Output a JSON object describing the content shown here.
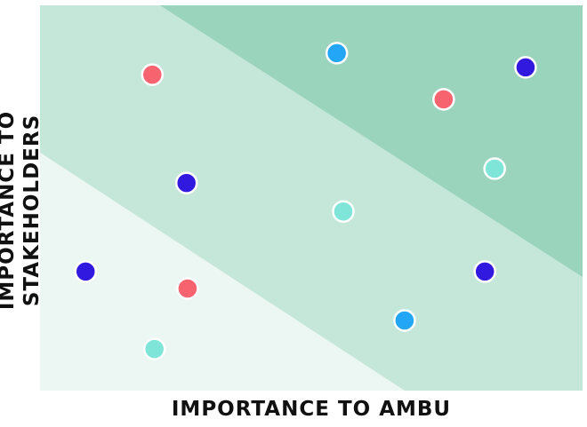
{
  "chart_data": {
    "type": "scatter",
    "title": "",
    "xlabel": "IMPORTANCE TO AMBU",
    "ylabel": "IMPORTANCE TO STAKEHOLDERS",
    "xlim": [
      0,
      10
    ],
    "ylim": [
      0,
      10
    ],
    "grid": false,
    "bands": [
      {
        "name": "low",
        "color": "#ecf6f2",
        "boundary": {
          "y_at_x0": 6.18,
          "x_at_y0": 6.72
        }
      },
      {
        "name": "medium",
        "color": "#c5e7da"
      },
      {
        "name": "high",
        "color": "#9ad4bc",
        "boundary": {
          "x_at_y10": 2.21,
          "y_at_x10": 2.95
        }
      }
    ],
    "points": [
      {
        "x": 2.07,
        "y": 8.2,
        "color": "#f7636e"
      },
      {
        "x": 5.47,
        "y": 8.76,
        "color": "#22a6f5"
      },
      {
        "x": 8.95,
        "y": 8.39,
        "color": "#3219e0"
      },
      {
        "x": 7.44,
        "y": 7.56,
        "color": "#f7636e"
      },
      {
        "x": 8.38,
        "y": 5.76,
        "color": "#7fe5d8"
      },
      {
        "x": 2.7,
        "y": 5.39,
        "color": "#3219e0"
      },
      {
        "x": 5.59,
        "y": 4.65,
        "color": "#7fe5d8"
      },
      {
        "x": 0.84,
        "y": 3.09,
        "color": "#3219e0"
      },
      {
        "x": 8.2,
        "y": 3.09,
        "color": "#3219e0"
      },
      {
        "x": 2.72,
        "y": 2.65,
        "color": "#f7636e"
      },
      {
        "x": 6.72,
        "y": 1.82,
        "color": "#22a6f5"
      },
      {
        "x": 2.11,
        "y": 1.08,
        "color": "#7fe5d8"
      }
    ]
  }
}
